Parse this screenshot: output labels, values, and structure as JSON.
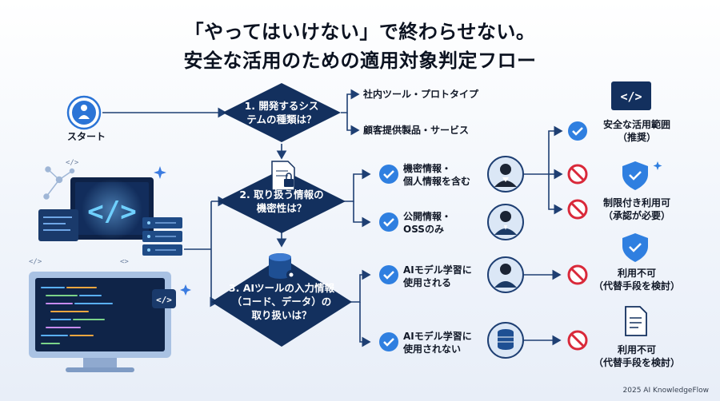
{
  "title": {
    "line1": "「やってはいけない」で終わらせない。",
    "line2": "安全な活用のための適用対象判定フロー"
  },
  "start": {
    "label": "スタート",
    "icon": "person-icon"
  },
  "decisions": [
    {
      "id": "q1",
      "line1": "1. 開発するシス",
      "line2": "テムの種類は？",
      "line3": ""
    },
    {
      "id": "q2",
      "line1": "2. 取り扱う情報の",
      "line2": "機密性は？",
      "line3": ""
    },
    {
      "id": "q3",
      "line1": "3. AIツールの入力情報",
      "line2": "（コード、データ）の",
      "line3": "取り扱いは？"
    }
  ],
  "q1_options": [
    "社内ツール・プロトタイプ",
    "顧客提供製品・サービス"
  ],
  "q2_options": [
    {
      "line1": "機密情報・",
      "line2": "個人情報を含む"
    },
    {
      "line1": "公開情報・",
      "line2": "OSSのみ"
    }
  ],
  "q3_options": [
    {
      "line1": "AIモデル学習に",
      "line2": "使用される"
    },
    {
      "line1": "AIモデル学習に",
      "line2": "使用されない"
    }
  ],
  "outcomes": {
    "safe": {
      "line1": "安全な活用範囲",
      "line2": "（推奨）"
    },
    "restricted": {
      "line1": "制限付き利用可",
      "line2": "（承認が必要）"
    },
    "prohibited1": {
      "line1": "利用不可",
      "line2": "（代替手段を検討）"
    },
    "prohibited2": {
      "line1": "利用不可",
      "line2": "（代替手段を検討）"
    }
  },
  "colors": {
    "navy": "#13305e",
    "blue": "#2b74d6",
    "check": "#2f7fe0",
    "prohibit": "#d9293a",
    "arrow": "#1e3f73"
  },
  "footer": "2025 AI KnowledgeFlow"
}
